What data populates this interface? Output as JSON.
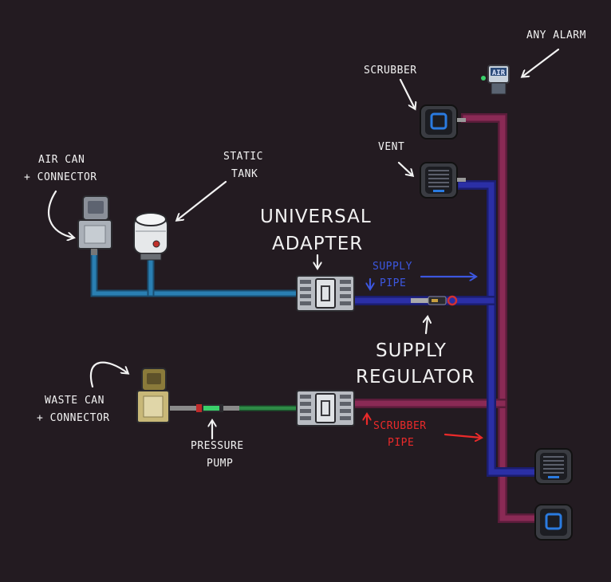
{
  "labels": {
    "any_alarm": "ANY ALARM",
    "scrubber": "SCRUBBER",
    "vent": "VENT",
    "air_can": "AIR CAN",
    "air_can_connector": "+ CONNECTOR",
    "static": "STATIC",
    "tank": "TANK",
    "universal": "UNIVERSAL",
    "adapter": "ADAPTER",
    "supply": "SUPPLY",
    "pipe": "PIPE",
    "supply_reg_1": "SUPPLY",
    "supply_reg_2": "REGULATOR",
    "waste_can": "WASTE CAN",
    "waste_can_connector": "+ CONNECTOR",
    "pressure": "PRESSURE",
    "pump": "PUMP",
    "scrubber_pipe_1": "SCRUBBER",
    "scrubber_pipe_2": "PIPE",
    "alarm_screen": "AIR"
  },
  "colors": {
    "background": "#231b21",
    "supply_pipe": "#2b2fa6",
    "scrubber_pipe": "#8a2a55",
    "air_pipe": "#2a7fb2",
    "waste_pipe": "#2e8a46",
    "supply_label": "#3c57e0",
    "scrubber_label": "#ea2a2a",
    "text": "#f2f2f2"
  }
}
